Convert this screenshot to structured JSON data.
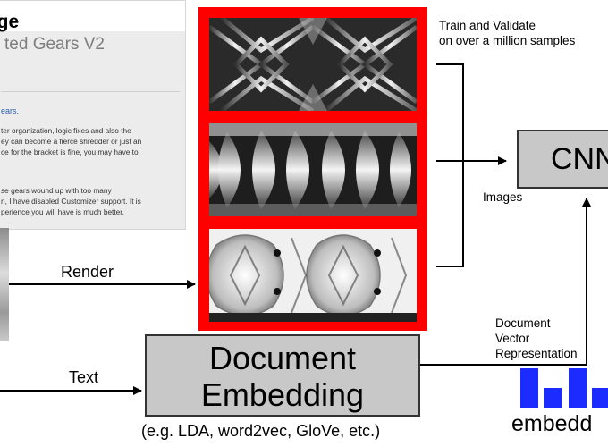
{
  "webpage": {
    "title": "age",
    "subtitle": "ted Gears V2",
    "link": "ears.",
    "paragraph_1": [
      "ter organization, logic fixes and also the",
      "ey can become a fierce shredder or just an",
      "ce for the bracket is fine, you may have to"
    ],
    "paragraph_2": [
      "se gears wound up with too many",
      "n, I have disabled Customizer support. It is",
      "perience you will have is much better."
    ]
  },
  "labels": {
    "train": [
      "Train and Validate",
      "on over a million samples"
    ],
    "images": "Images",
    "render": "Render",
    "text": "Text",
    "doc_vector": [
      "Document",
      "Vector",
      "Representation"
    ],
    "embedding_caption": "(e.g. LDA, word2vec, GloVe, etc.)",
    "embedd": "embedd"
  },
  "cnn": {
    "label": "CNN"
  },
  "doc_embedding": {
    "line1": "Document",
    "line2": "Embedding"
  },
  "colors": {
    "frame": "#ff0000",
    "box": "#c8c8c8",
    "bars": "#1c2bff"
  }
}
